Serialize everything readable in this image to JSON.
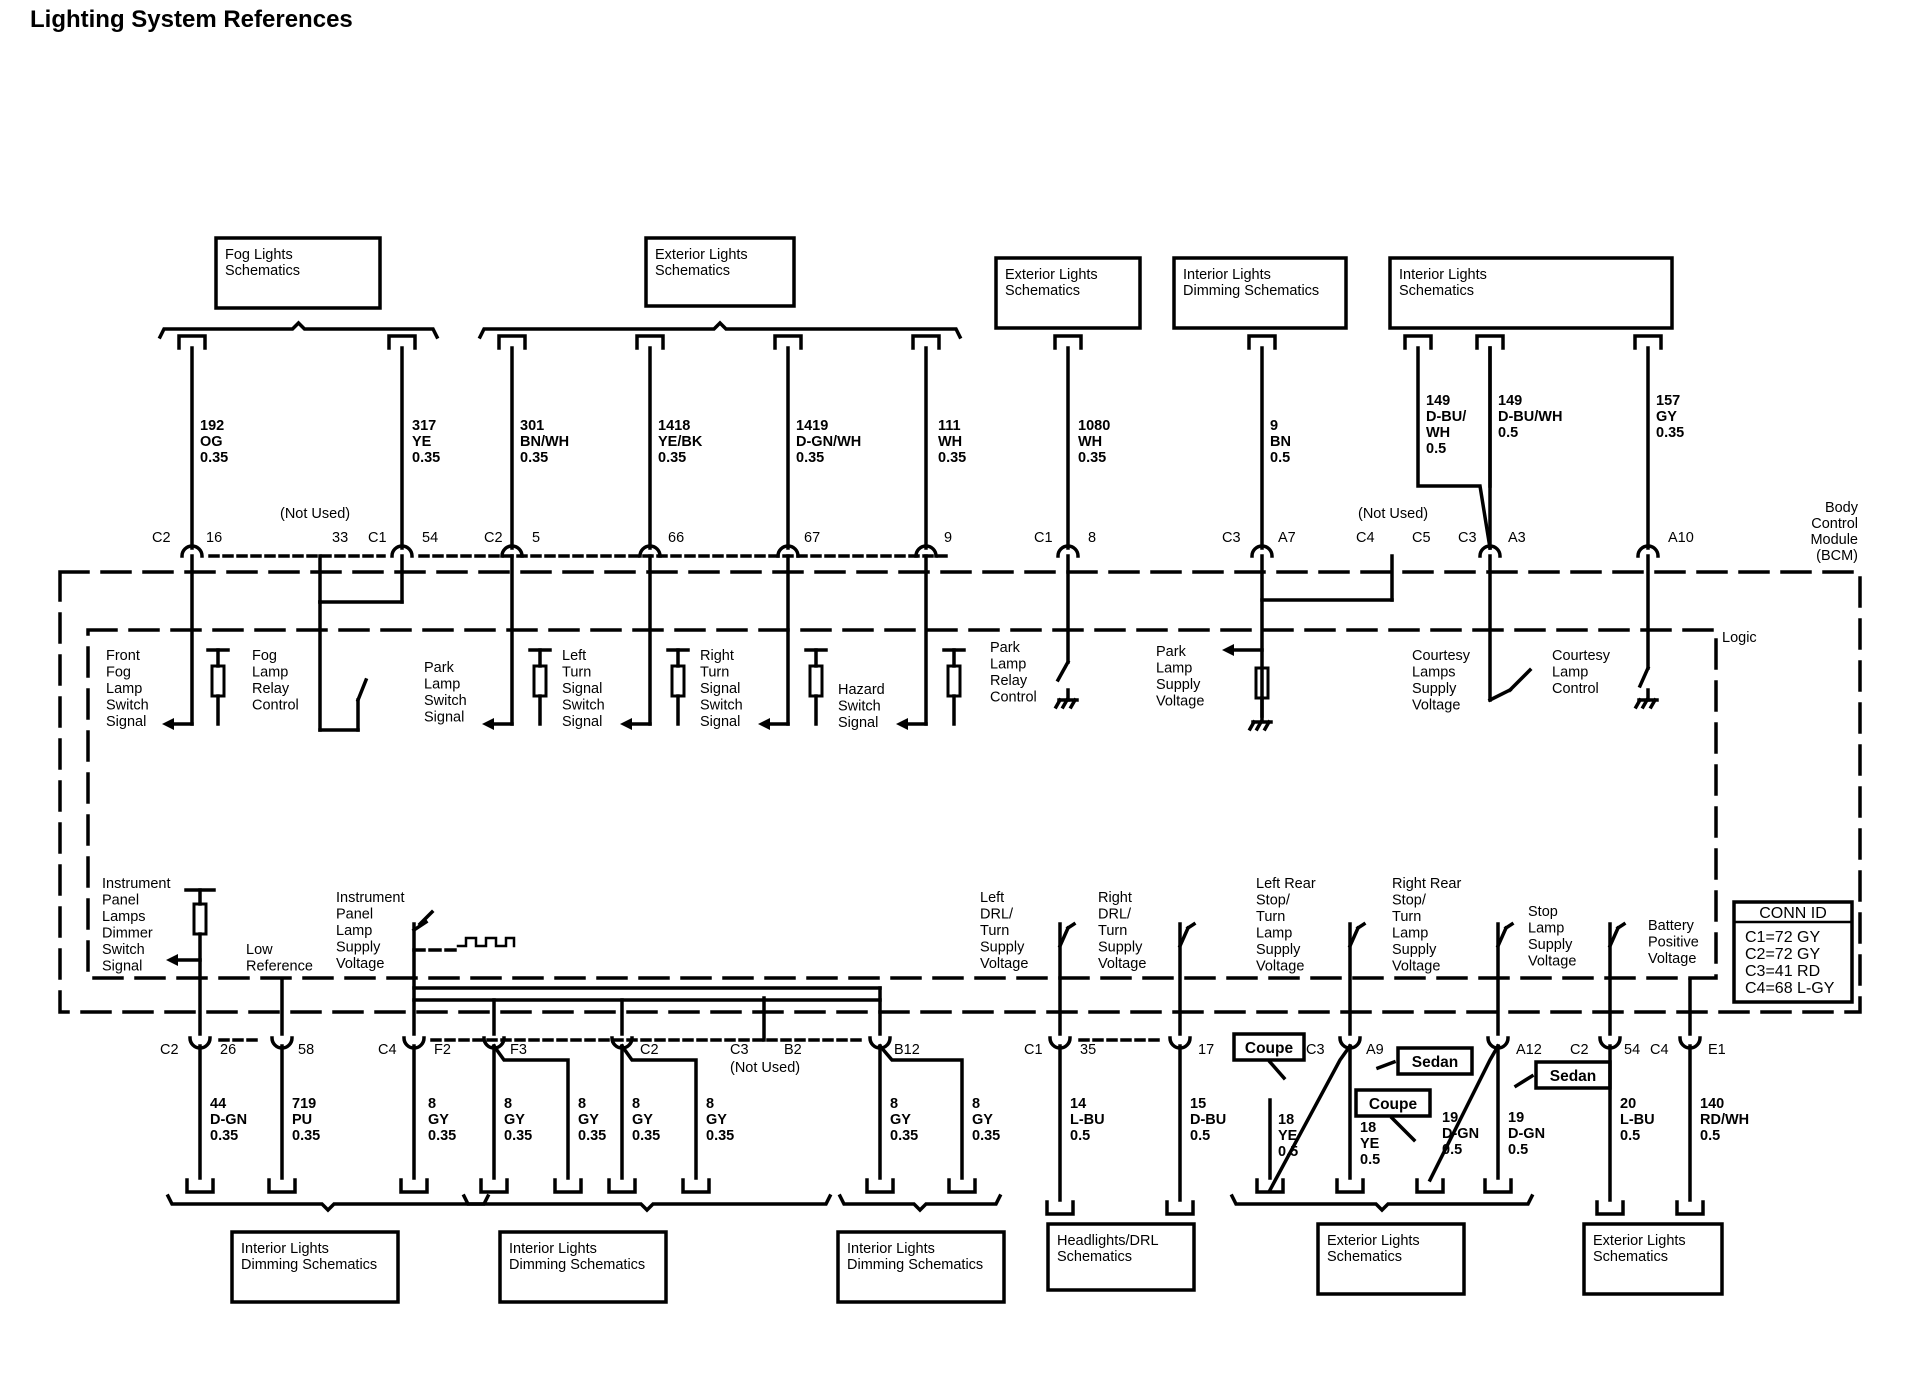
{
  "title": "Lighting System References",
  "module": {
    "name_lines": [
      "Body",
      "Control",
      "Module",
      "(BCM)"
    ],
    "logic_label": "Logic"
  },
  "conn_id": {
    "title": "CONN ID",
    "rows": [
      "C1=72 GY",
      "C2=72 GY",
      "C3=41 RD",
      "C4=68 L-GY"
    ]
  },
  "ref_boxes": [
    {
      "lines": [
        "Fog Lights",
        "Schematics"
      ]
    },
    {
      "lines": [
        "Exterior Lights",
        "Schematics"
      ]
    },
    {
      "lines": [
        "Exterior Lights",
        "Schematics"
      ]
    },
    {
      "lines": [
        "Interior Lights",
        "Dimming Schematics"
      ]
    },
    {
      "lines": [
        "Interior Lights",
        "Schematics"
      ]
    },
    {
      "lines": [
        "Interior Lights",
        "Dimming Schematics"
      ]
    },
    {
      "lines": [
        "Interior Lights",
        "Dimming Schematics"
      ]
    },
    {
      "lines": [
        "Interior Lights",
        "Dimming Schematics"
      ]
    },
    {
      "lines": [
        "Headlights/DRL",
        "Schematics"
      ]
    },
    {
      "lines": [
        "Exterior Lights",
        "Schematics"
      ]
    },
    {
      "lines": [
        "Exterior Lights",
        "Schematics"
      ]
    }
  ],
  "top_wires": [
    {
      "lines": [
        "192",
        "OG",
        "0.35"
      ]
    },
    {
      "lines": [
        "317",
        "YE",
        "0.35"
      ]
    },
    {
      "lines": [
        "301",
        "BN/WH",
        "0.35"
      ]
    },
    {
      "lines": [
        "1418",
        "YE/BK",
        "0.35"
      ]
    },
    {
      "lines": [
        "1419",
        "D-GN/WH",
        "0.35"
      ]
    },
    {
      "lines": [
        "111",
        "WH",
        "0.35"
      ]
    },
    {
      "lines": [
        "1080",
        "WH",
        "0.35"
      ]
    },
    {
      "lines": [
        "9",
        "BN",
        "0.5"
      ]
    },
    {
      "lines": [
        "149",
        "D-BU/",
        "WH",
        "0.5"
      ]
    },
    {
      "lines": [
        "149",
        "D-BU/WH",
        "0.5"
      ]
    },
    {
      "lines": [
        "157",
        "GY",
        "0.35"
      ]
    }
  ],
  "top_pins": [
    "C2",
    "16",
    "33",
    "C1",
    "54",
    "C2",
    "5",
    "66",
    "67",
    "9",
    "C1",
    "8",
    "C3",
    "A7",
    "C4",
    "C5",
    "C3",
    "A3",
    "A10"
  ],
  "not_used": "(Not Used)",
  "top_signals": [
    {
      "lines": [
        "Front",
        "Fog",
        "Lamp",
        "Switch",
        "Signal"
      ]
    },
    {
      "lines": [
        "Fog",
        "Lamp",
        "Relay",
        "Control"
      ]
    },
    {
      "lines": [
        "Park",
        "Lamp",
        "Switch",
        "Signal"
      ]
    },
    {
      "lines": [
        "Left",
        "Turn",
        "Signal",
        "Switch",
        "Signal"
      ]
    },
    {
      "lines": [
        "Right",
        "Turn",
        "Signal",
        "Switch",
        "Signal"
      ]
    },
    {
      "lines": [
        "Hazard",
        "Switch",
        "Signal"
      ]
    },
    {
      "lines": [
        "Park",
        "Lamp",
        "Relay",
        "Control"
      ]
    },
    {
      "lines": [
        "Park",
        "Lamp",
        "Supply",
        "Voltage"
      ]
    },
    {
      "lines": [
        "Courtesy",
        "Lamps",
        "Supply",
        "Voltage"
      ]
    },
    {
      "lines": [
        "Courtesy",
        "Lamp",
        "Control"
      ]
    }
  ],
  "bottom_signals": [
    {
      "lines": [
        "Instrument",
        "Panel",
        "Lamps",
        "Dimmer",
        "Switch",
        "Signal"
      ]
    },
    {
      "lines": [
        "Low",
        "Reference"
      ]
    },
    {
      "lines": [
        "Instrument",
        "Panel",
        "Lamp",
        "Supply",
        "Voltage"
      ]
    },
    {
      "lines": [
        "Left",
        "DRL/",
        "Turn",
        "Supply",
        "Voltage"
      ]
    },
    {
      "lines": [
        "Right",
        "DRL/",
        "Turn",
        "Supply",
        "Voltage"
      ]
    },
    {
      "lines": [
        "Left Rear",
        "Stop/",
        "Turn",
        "Lamp",
        "Supply",
        "Voltage"
      ]
    },
    {
      "lines": [
        "Right Rear",
        "Stop/",
        "Turn",
        "Lamp",
        "Supply",
        "Voltage"
      ]
    },
    {
      "lines": [
        "Stop",
        "Lamp",
        "Supply",
        "Voltage"
      ]
    },
    {
      "lines": [
        "Battery",
        "Positive",
        "Voltage"
      ]
    }
  ],
  "bottom_pins": [
    "C2",
    "26",
    "58",
    "C4",
    "F2",
    "F3",
    "C2",
    "C3",
    "B2",
    "B12",
    "C1",
    "35",
    "17",
    "C3",
    "A9",
    "A12",
    "C2",
    "54",
    "C4",
    "E1"
  ],
  "bottom_wires": [
    {
      "lines": [
        "44",
        "D-GN",
        "0.35"
      ]
    },
    {
      "lines": [
        "719",
        "PU",
        "0.35"
      ]
    },
    {
      "lines": [
        "8",
        "GY",
        "0.35"
      ]
    },
    {
      "lines": [
        "8",
        "GY",
        "0.35"
      ]
    },
    {
      "lines": [
        "8",
        "GY",
        "0.35"
      ]
    },
    {
      "lines": [
        "8",
        "GY",
        "0.35"
      ]
    },
    {
      "lines": [
        "8",
        "GY",
        "0.35"
      ]
    },
    {
      "lines": [
        "8",
        "GY",
        "0.35"
      ]
    },
    {
      "lines": [
        "8",
        "GY",
        "0.35"
      ]
    },
    {
      "lines": [
        "14",
        "L-BU",
        "0.5"
      ]
    },
    {
      "lines": [
        "15",
        "D-BU",
        "0.5"
      ]
    },
    {
      "lines": [
        "18",
        "YE",
        "0.5"
      ]
    },
    {
      "lines": [
        "18",
        "YE",
        "0.5"
      ]
    },
    {
      "lines": [
        "19",
        "D-GN",
        "0.5"
      ]
    },
    {
      "lines": [
        "19",
        "D-GN",
        "0.5"
      ]
    },
    {
      "lines": [
        "20",
        "L-BU",
        "0.5"
      ]
    },
    {
      "lines": [
        "140",
        "RD/WH",
        "0.5"
      ]
    }
  ],
  "options": [
    "Coupe",
    "Sedan",
    "Coupe",
    "Sedan"
  ]
}
